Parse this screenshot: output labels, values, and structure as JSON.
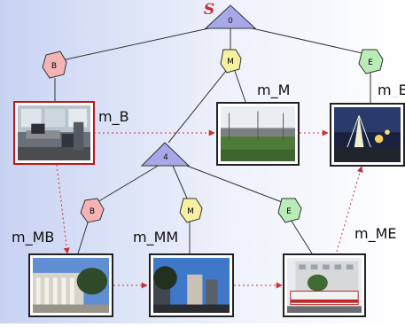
{
  "diagram": {
    "root_symbol": "S",
    "root_label": "0",
    "inner_label": "4",
    "top_nodes": {
      "b": "B",
      "m": "M",
      "e": "E"
    },
    "inner_nodes": {
      "b": "B",
      "m": "M",
      "e": "E"
    },
    "image_labels": {
      "m_b": "m_B",
      "m_m": "m_M",
      "m_e": "m_E",
      "m_mb": "m_MB",
      "m_mm": "m_MM",
      "m_me": "m_ME"
    },
    "selected_image": "m_B",
    "colors": {
      "triangle_fill": "#a8a8e8",
      "b_fill": "#f4b4b4",
      "m_fill": "#f6f1a0",
      "e_fill": "#b9ecb6",
      "dashed_arrow": "#c83232",
      "selected_border": "#c01818",
      "background_gradient_left": "#c8d3f3"
    }
  }
}
